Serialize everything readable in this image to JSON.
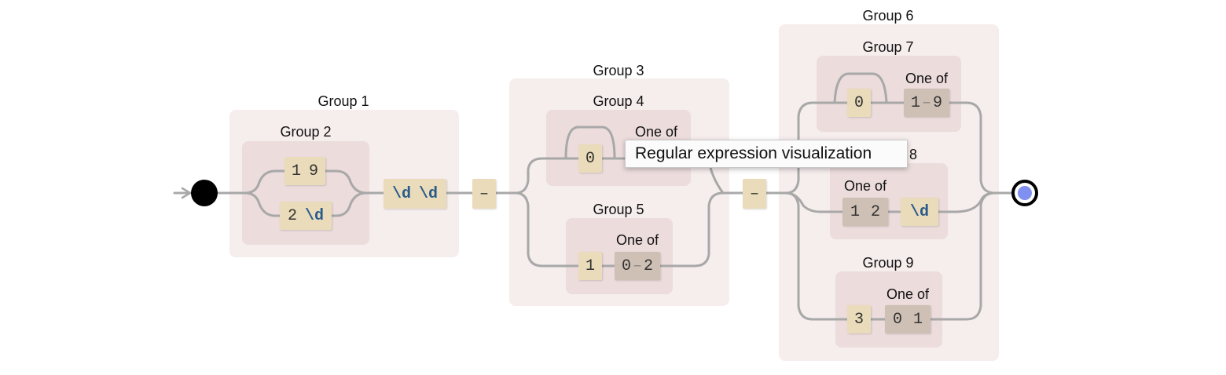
{
  "groups": {
    "g1": "Group 1",
    "g2": "Group 2",
    "g3": "Group 3",
    "g4": "Group 4",
    "g5": "Group 5",
    "g6": "Group 6",
    "g7": "Group 7",
    "g8": "8",
    "g9": "Group 9"
  },
  "one_of": {
    "a": "One of",
    "b": "One of",
    "c": "One of",
    "d": "One of",
    "e": "One of"
  },
  "tokens": {
    "t19": {
      "a": "1",
      "b": "9"
    },
    "t2d": {
      "a": "2",
      "b": "\\d"
    },
    "tdd": {
      "a": "\\d",
      "b": "\\d"
    },
    "dash1": "–",
    "z4": "0",
    "one5": "1",
    "r02": {
      "a": "0",
      "sep": "–",
      "b": "2"
    },
    "dash2": "–",
    "z7": "0",
    "r19": {
      "a": "1",
      "sep": "–",
      "b": "9"
    },
    "c12": {
      "a": "1",
      "b": "2"
    },
    "d8": "\\d",
    "three9": "3",
    "c01": {
      "a": "0",
      "b": "1"
    }
  },
  "tooltip": "Regular expression visualization",
  "colors": {
    "outer_group": "#f6eded",
    "inner_group": "#ecdcdc",
    "literal": "#eadcba",
    "char_class": "#cfc0b5",
    "escape_text": "#2a5a8c",
    "path": "#a8a8a8",
    "end_node": "#8090f0"
  }
}
